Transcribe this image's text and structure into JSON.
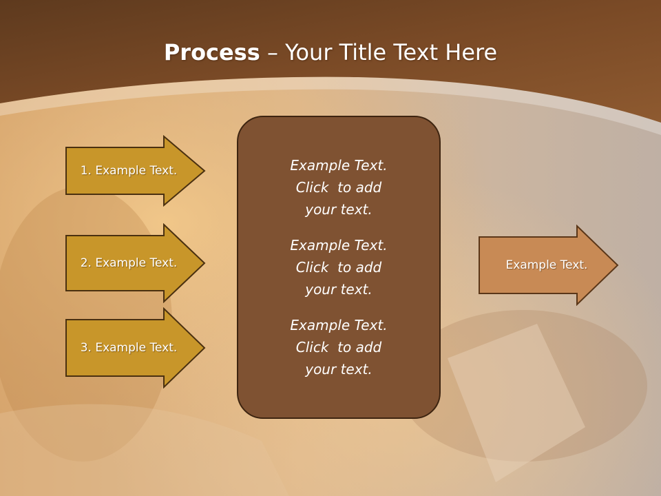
{
  "title": {
    "bold": "Process",
    "rest": " – Your Title Text Here"
  },
  "left_arrows": [
    {
      "label": "1. Example Text."
    },
    {
      "label": "2. Example Text."
    },
    {
      "label": "3. Example Text."
    }
  ],
  "center_blocks": [
    {
      "lines": [
        "Example Text.",
        "Click  to add",
        "your text."
      ]
    },
    {
      "lines": [
        "Example Text.",
        "Click  to add",
        "your text."
      ]
    },
    {
      "lines": [
        "Example Text.",
        "Click  to add",
        "your text."
      ]
    }
  ],
  "right_arrow": {
    "label": "Example Text."
  },
  "colors": {
    "header_brown": "#6e4424",
    "left_arrow_fill": "#c8962a",
    "left_arrow_stroke": "#4a3010",
    "center_box_fill": "#7f5232",
    "right_arrow_fill": "#c88a55",
    "right_arrow_stroke": "#5a3618"
  }
}
